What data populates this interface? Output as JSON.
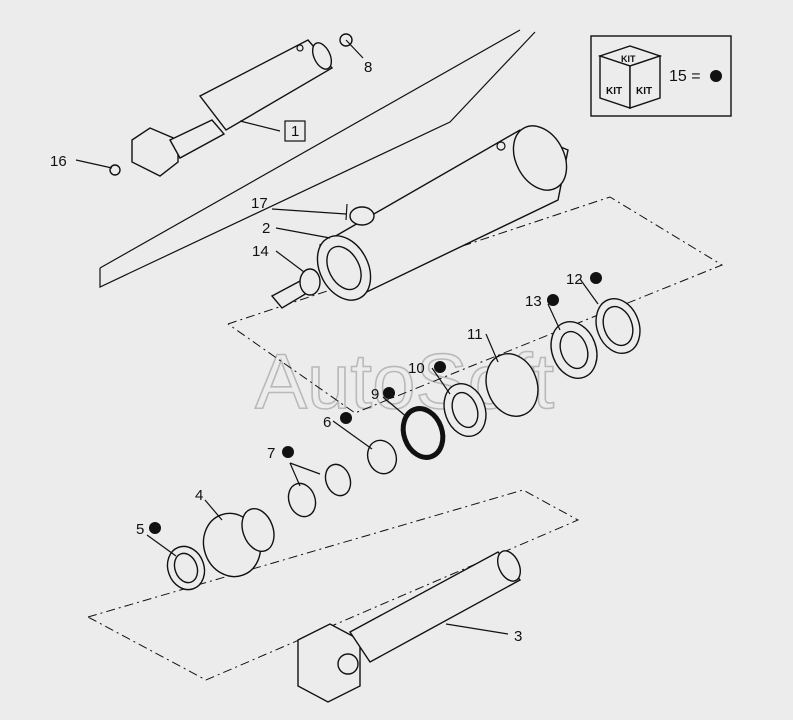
{
  "watermark": "AutoSoft",
  "kit": {
    "top_label": "KIT",
    "left_label": "KIT",
    "right_label": "KIT",
    "legend_text": "15 ="
  },
  "callouts": [
    {
      "id": "c1",
      "text": "1",
      "boxed": true
    },
    {
      "id": "c2",
      "text": "2"
    },
    {
      "id": "c3",
      "text": "3"
    },
    {
      "id": "c4",
      "text": "4"
    },
    {
      "id": "c5",
      "text": "5",
      "kit": true
    },
    {
      "id": "c6",
      "text": "6",
      "kit": true
    },
    {
      "id": "c7",
      "text": "7",
      "kit": true
    },
    {
      "id": "c8",
      "text": "8"
    },
    {
      "id": "c9",
      "text": "9",
      "kit": true
    },
    {
      "id": "c10",
      "text": "10",
      "kit": true
    },
    {
      "id": "c11",
      "text": "11"
    },
    {
      "id": "c12",
      "text": "12",
      "kit": true
    },
    {
      "id": "c13",
      "text": "13",
      "kit": true
    },
    {
      "id": "c14",
      "text": "14"
    },
    {
      "id": "c16",
      "text": "16"
    },
    {
      "id": "c17",
      "text": "17"
    }
  ]
}
